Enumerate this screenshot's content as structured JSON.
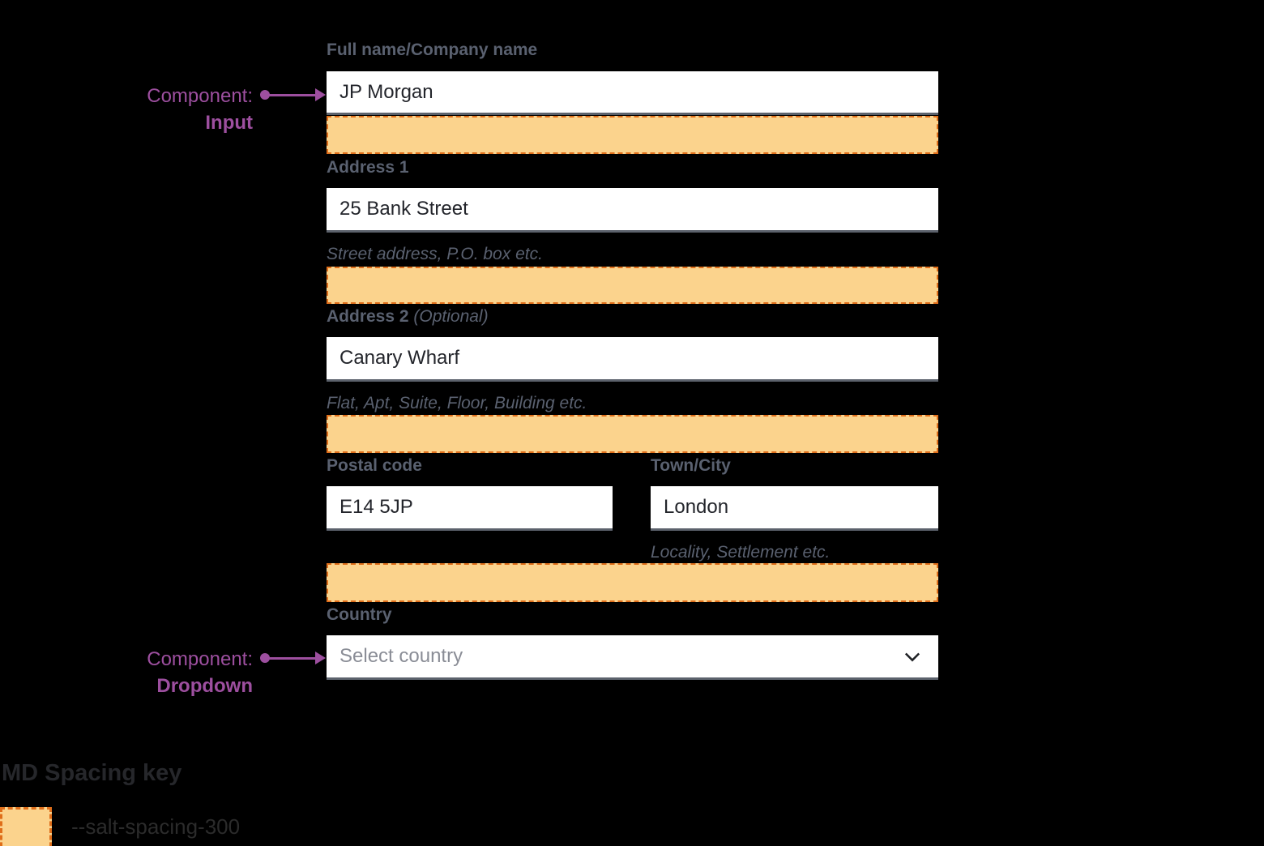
{
  "colors": {
    "background": "#000000",
    "spacing_fill": "#FBD38D",
    "spacing_border": "#DF6E1A",
    "annotation": "#9D4F9F",
    "label_text": "#5A6170",
    "input_text": "#23252B",
    "placeholder_text": "#8A8D96",
    "input_border": "#5C626C",
    "chevron": "#1F2125",
    "legend_title_text": "#26272B",
    "legend_token_text": "#2B2B2B"
  },
  "annotations": {
    "input": {
      "prefix": "Component:",
      "component": "Input"
    },
    "dropdown": {
      "prefix": "Component:",
      "component": "Dropdown"
    }
  },
  "form": {
    "full_name": {
      "label": "Full name/Company name",
      "value": "JP Morgan"
    },
    "address1": {
      "label": "Address 1",
      "value": "25 Bank Street",
      "helper": "Street address, P.O. box etc."
    },
    "address2": {
      "label": "Address 2",
      "optional": "(Optional)",
      "value": "Canary Wharf",
      "helper": "Flat, Apt, Suite, Floor, Building etc."
    },
    "postal_code": {
      "label": "Postal code",
      "value": "E14 5JP"
    },
    "town_city": {
      "label": "Town/City",
      "value": "London",
      "helper": "Locality, Settlement etc."
    },
    "country": {
      "label": "Country",
      "placeholder": "Select country"
    }
  },
  "icons": {
    "country_dropdown": "chevron-down-icon"
  },
  "spacing_key": {
    "title": "MD Spacing key",
    "token": "--salt-spacing-300"
  }
}
